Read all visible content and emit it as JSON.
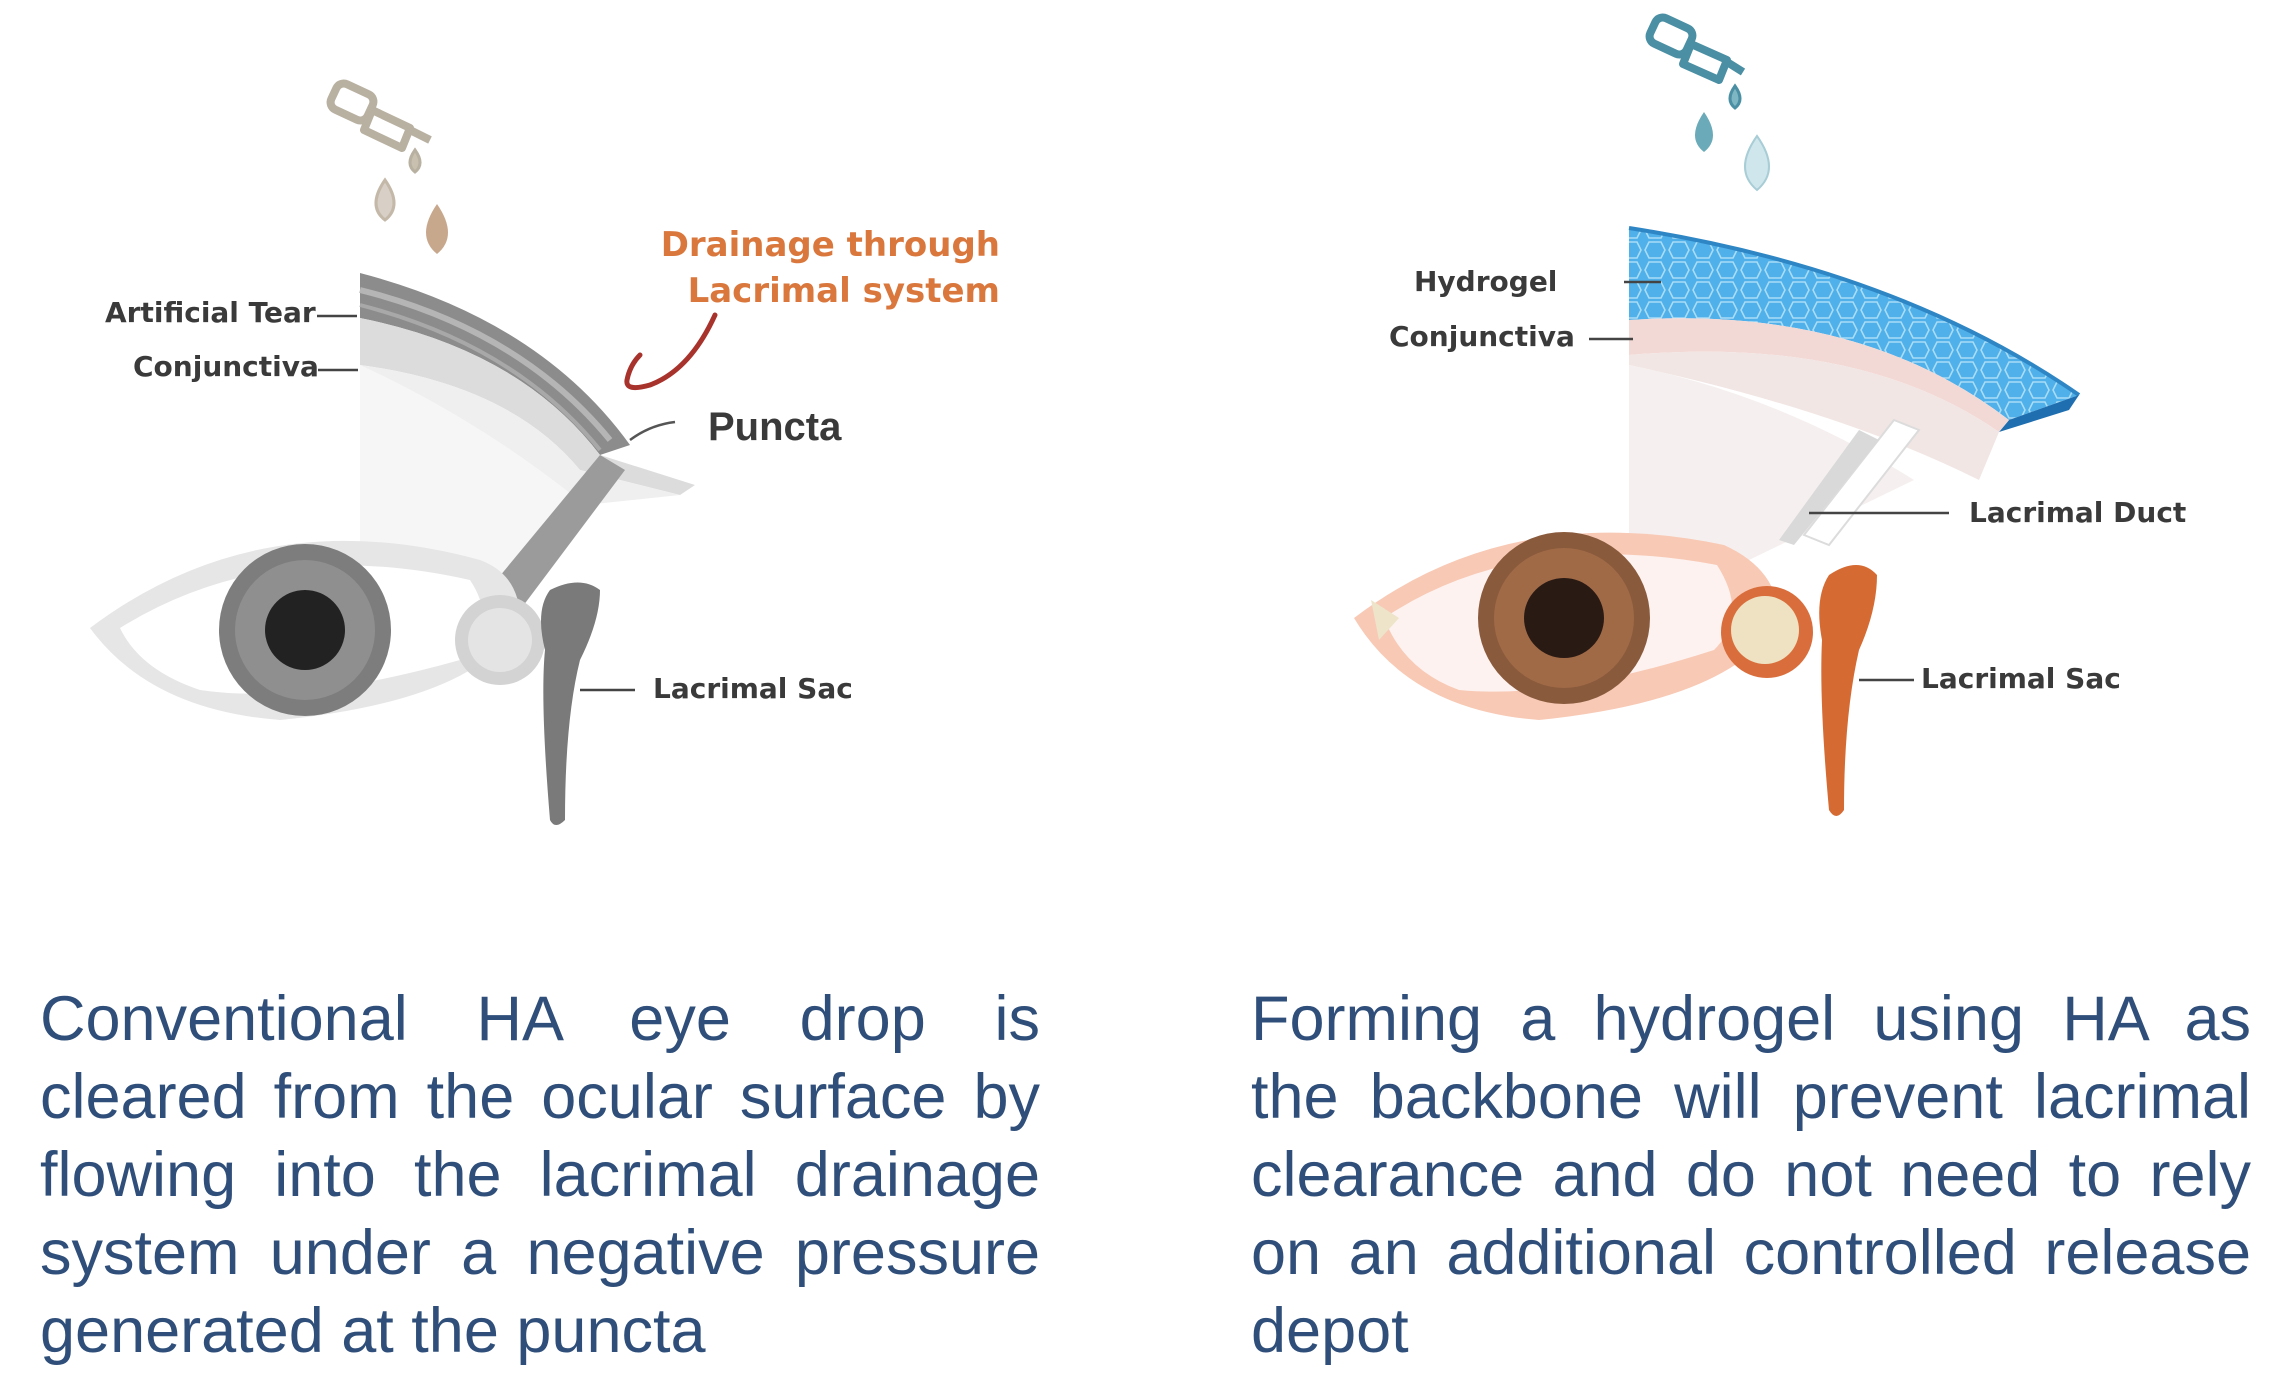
{
  "left_panel": {
    "labels": {
      "artificial_tear": "Artificial Tear",
      "conjunctiva": "Conjunctiva",
      "puncta": "Puncta",
      "drainage_line1": "Drainage through",
      "drainage_line2": "Lacrimal system",
      "lacrimal_sac": "Lacrimal Sac"
    },
    "caption": "Conventional HA eye drop is cleared from the ocular surface by flowing into the lacrimal drainage system under a negative pressure generated at the puncta"
  },
  "right_panel": {
    "labels": {
      "hydrogel": "Hydrogel",
      "conjunctiva": "Conjunctiva",
      "lacrimal_duct": "Lacrimal Duct",
      "lacrimal_sac": "Lacrimal Sac"
    },
    "caption": "Forming a hydrogel using HA as the backbone will prevent lacrimal clearance and do not need to rely on an additional controlled release depot"
  },
  "colors": {
    "caption_text": "#2f4f7a",
    "drainage_accent": "#d9773d",
    "hydrogel_blue": "#3a9ad9",
    "iris_brown": "#8a5a3c",
    "lacrimal_orange": "#d66a33"
  }
}
